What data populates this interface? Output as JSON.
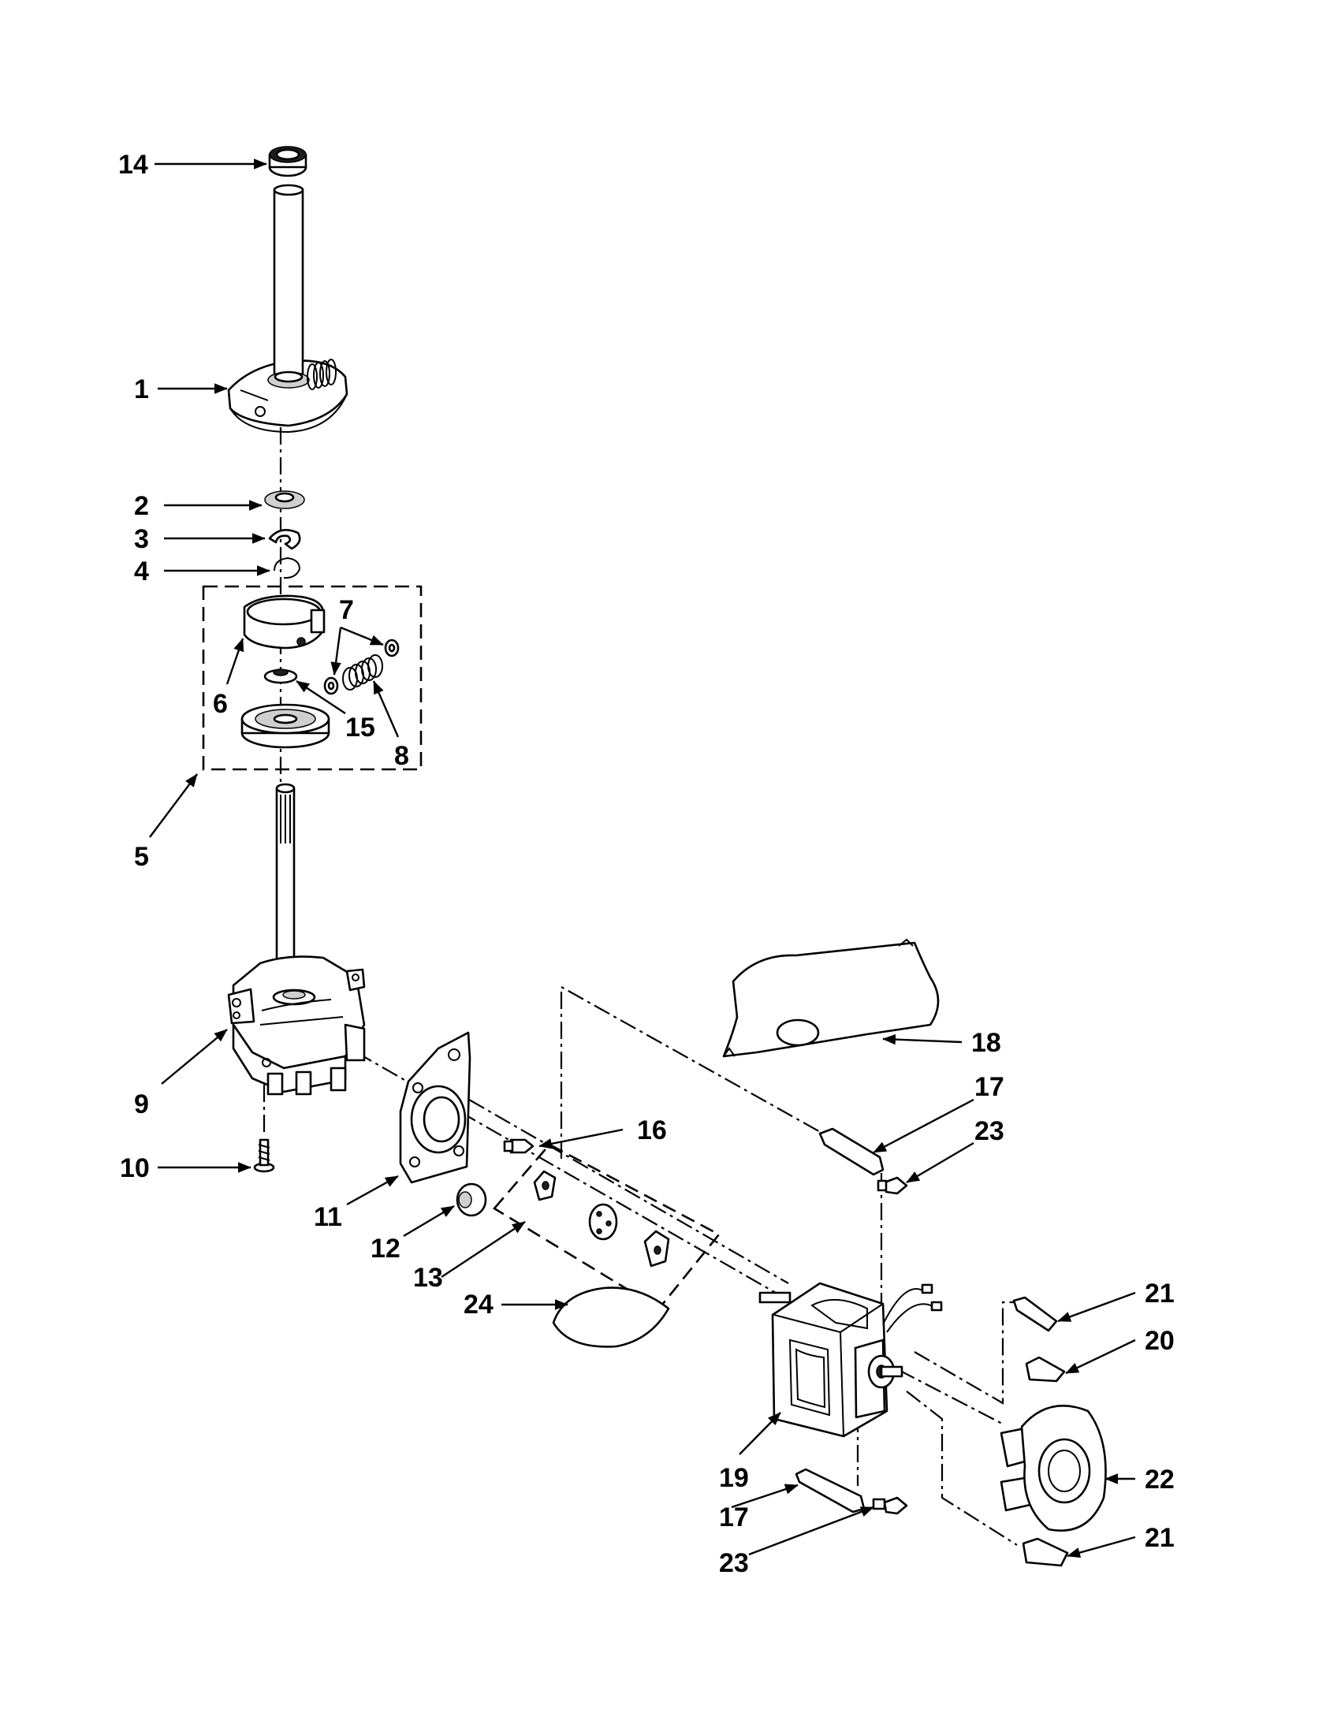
{
  "diagram": {
    "colors": {
      "ink": "#000000",
      "paper": "#ffffff",
      "shade": "#cfcfcf"
    },
    "callouts": {
      "c14": "14",
      "c1": "1",
      "c2": "2",
      "c3": "3",
      "c4": "4",
      "c7": "7",
      "c6": "6",
      "c15": "15",
      "c8": "8",
      "c5": "5",
      "c9": "9",
      "c10": "10",
      "c11": "11",
      "c12": "12",
      "c13": "13",
      "c24": "24",
      "c16": "16",
      "c18": "18",
      "c17a": "17",
      "c23a": "23",
      "c21a": "21",
      "c20": "20",
      "c22": "22",
      "c19": "19",
      "c17b": "17",
      "c23b": "23",
      "c21b": "21"
    }
  }
}
